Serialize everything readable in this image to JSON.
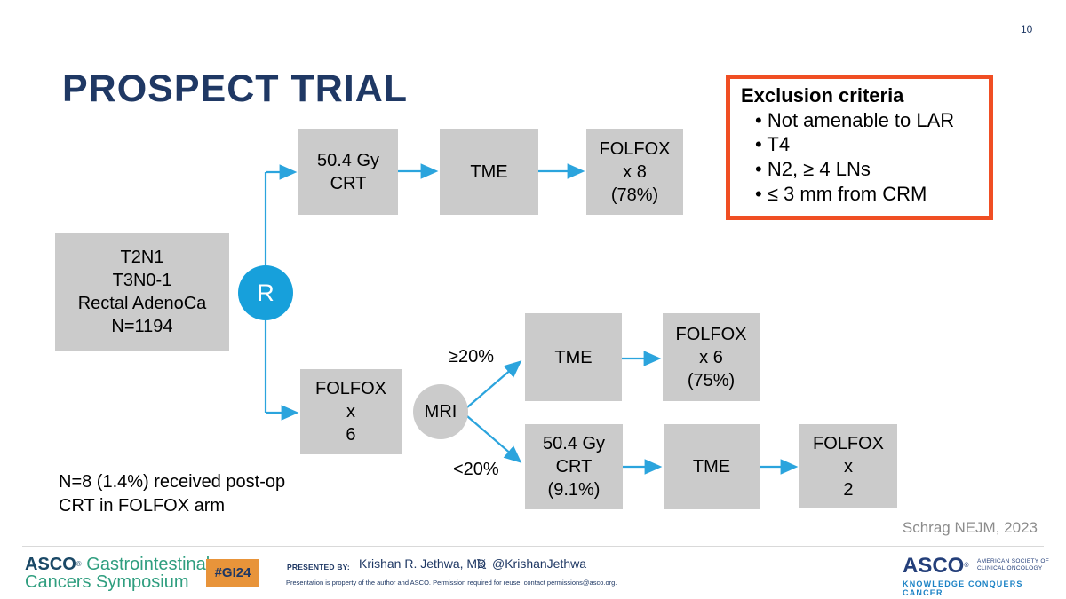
{
  "page_number": "10",
  "title": "PROSPECT TRIAL",
  "exclusion": {
    "title": "Exclusion criteria",
    "items": [
      "Not amenable to LAR",
      "T4",
      "N2, ≥ 4 LNs",
      "≤ 3 mm from CRM"
    ]
  },
  "flow": {
    "patient_box": "T2N1\nT3N0-1\nRectal AdenoCa\nN=1194",
    "randomization": "R",
    "top_arm": {
      "crt": "50.4 Gy\nCRT",
      "tme": "TME",
      "folfox8": "FOLFOX\nx 8\n(78%)"
    },
    "bottom_arm": {
      "folfox6": "FOLFOX\nx\n6",
      "mri": "MRI",
      "ge20_label": "≥20%",
      "lt20_label": "<20%",
      "tme_mid": "TME",
      "folfox6_75": "FOLFOX\nx 6\n(75%)",
      "crt91": "50.4 Gy\nCRT\n(9.1%)",
      "tme_bottom": "TME",
      "folfox2": "FOLFOX\nx\n2"
    },
    "note": "N=8 (1.4%) received post-op\nCRT in FOLFOX arm"
  },
  "citation": "Schrag NEJM, 2023",
  "footer": {
    "logo_left": {
      "asco": "ASCO",
      "reg": "®",
      "line1_rest": "Gastrointestinal",
      "line2": "Cancers Symposium"
    },
    "hashtag": "#GI24",
    "presented_by_label": "PRESENTED BY:",
    "presenter": "Krishan R. Jethwa, MD",
    "x_icon": "𝕏",
    "x_handle": "@KrishanJethwa",
    "disclaimer": "Presentation is property of the author and ASCO. Permission required for reuse; contact permissions@asco.org.",
    "logo_right": {
      "asco": "ASCO",
      "reg": "®",
      "society_line1": "AMERICAN SOCIETY OF",
      "society_line2": "CLINICAL ONCOLOGY",
      "tagline": "KNOWLEDGE CONQUERS CANCER"
    }
  },
  "colors": {
    "navy": "#1F3864",
    "arrow_blue": "#2BA4DD",
    "r_circle_blue": "#17A0DB",
    "box_gray": "#CBCBCB",
    "exclusion_orange": "#F04E23",
    "badge_orange": "#E8943A",
    "logo_green": "#2F9E7F",
    "logo_dark_teal": "#1A4866",
    "asco_navy": "#243F7A",
    "tagline_blue": "#1B82C5",
    "citation_gray": "#8C8C8C",
    "footer_line": "#D9D9D9"
  }
}
